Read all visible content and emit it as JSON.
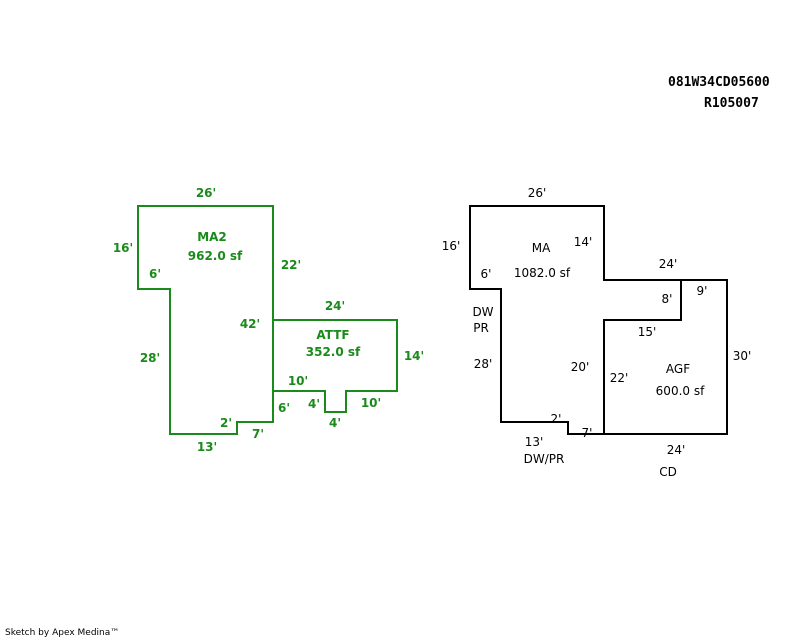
{
  "header": {
    "parcel_id": "081W34CD05600",
    "account_id": "R105007"
  },
  "footer": {
    "credit": "Sketch by Apex Medina™"
  },
  "colors": {
    "left_sketch": "#1a8a1a",
    "right_sketch": "#000000"
  },
  "left_sketch": {
    "ma2": {
      "name": "MA2",
      "area": "962.0 sf",
      "dims": {
        "top": "26'",
        "left_upper": "16'",
        "notch": "6'",
        "right": "22'",
        "inner": "42'",
        "left_lower": "28'",
        "bottom_step": "2'",
        "bottom": "13'",
        "bottom_right": "7'",
        "lower_right": "6'"
      }
    },
    "attf": {
      "name": "ATTF",
      "area": "352.0 sf",
      "dims": {
        "top": "24'",
        "right": "14'",
        "bottom_left": "10'",
        "notch_side": "4'",
        "notch_bottom": "4'",
        "bottom_right": "10'"
      }
    }
  },
  "right_sketch": {
    "ma": {
      "name": "MA",
      "area": "1082.0 sf",
      "dims": {
        "top": "26'",
        "left_upper": "16'",
        "notch": "6'",
        "right_upper": "14'",
        "left_lower": "28'",
        "inner": "20'",
        "bottom_step": "2'",
        "bottom": "13'",
        "bottom_right": "7'"
      },
      "side_label_line1": "DW",
      "side_label_line2": "PR",
      "bottom_label": "DW/PR"
    },
    "agf": {
      "name": "AGF",
      "area": "600.0 sf",
      "dims": {
        "top": "24'",
        "notch_side": "8'",
        "notch_top": "9'",
        "inner_top": "15'",
        "left": "22'",
        "right": "30'",
        "bottom": "24'"
      },
      "bottom_label": "CD"
    }
  }
}
